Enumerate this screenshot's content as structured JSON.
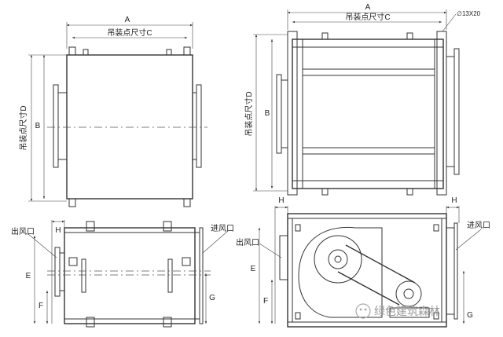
{
  "labels": {
    "A": "A",
    "B": "B",
    "C": "吊装点尺寸C",
    "D": "吊装点尺寸D",
    "E": "E",
    "F": "F",
    "G": "G",
    "H": "H",
    "outlet": "出风口",
    "inlet": "进风口",
    "hole": "∅13X20"
  },
  "watermark": "绿色建筑森林"
}
